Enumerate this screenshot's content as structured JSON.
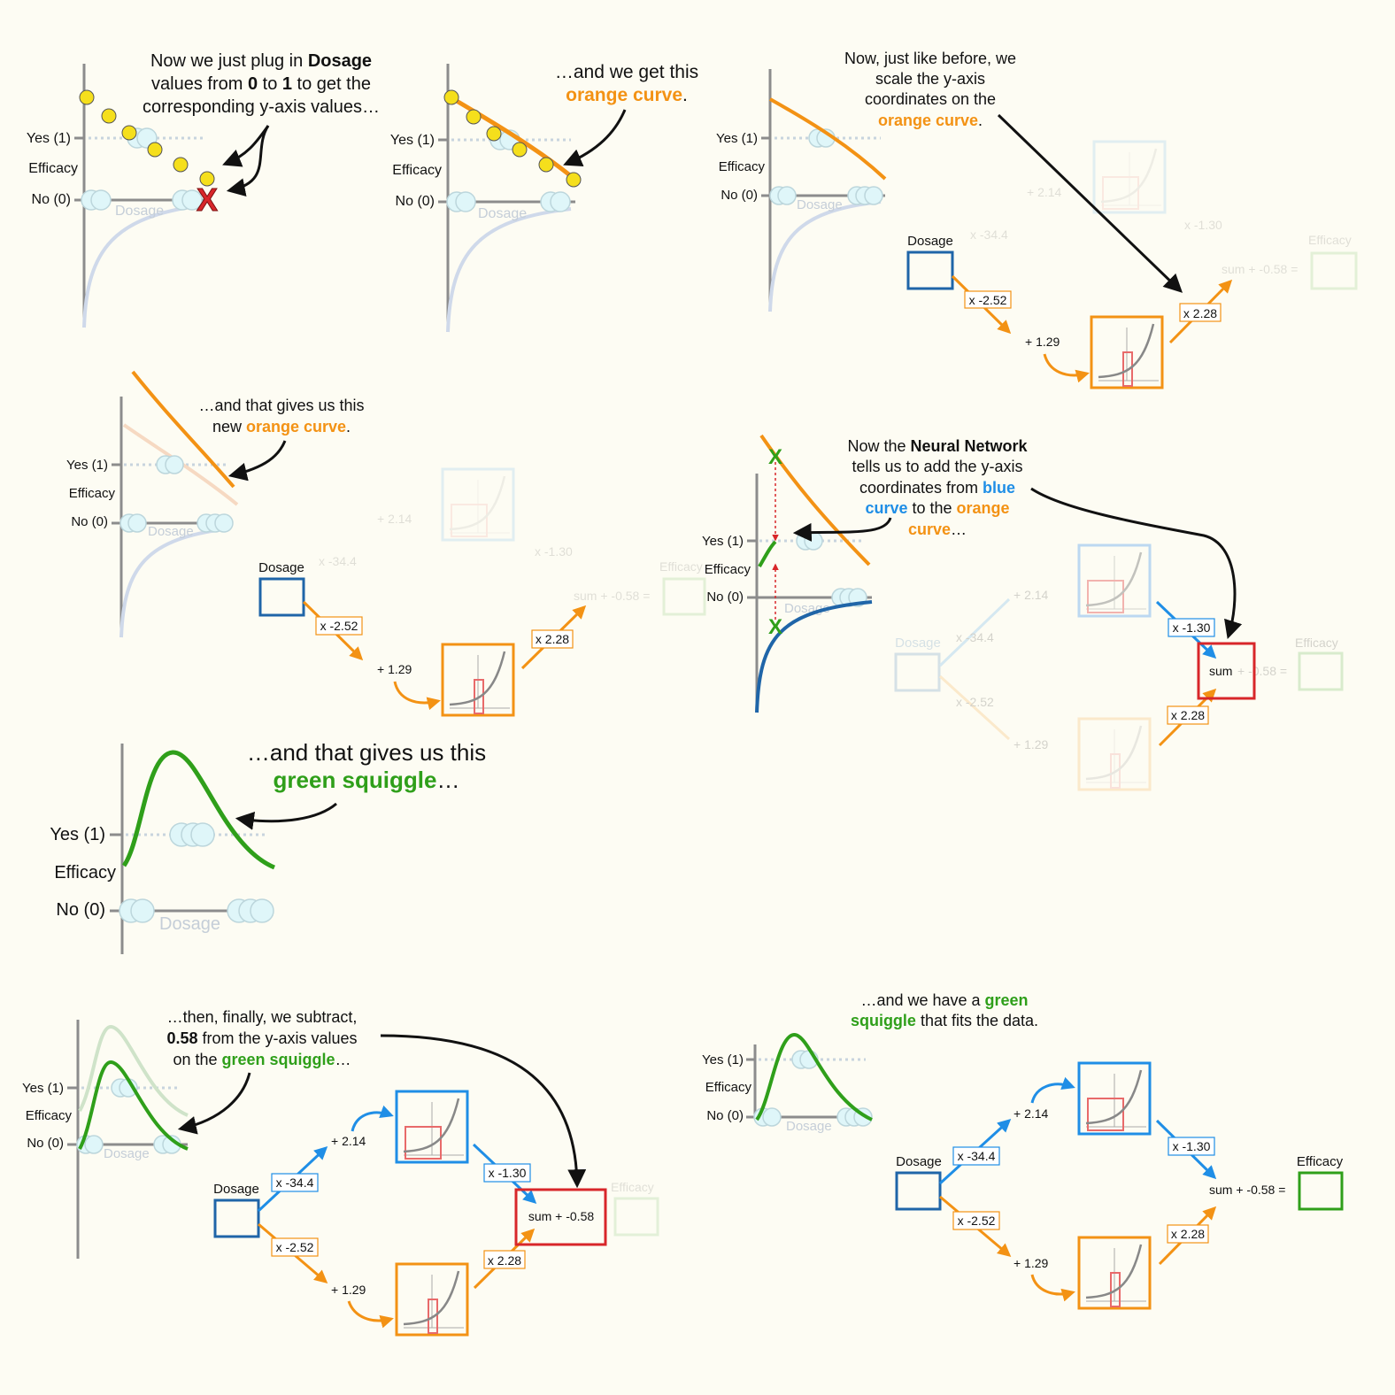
{
  "colors": {
    "background": "#fdfcf3",
    "orange": "#f39214",
    "blue": "#1f8ee6",
    "dark_blue": "#1f65a8",
    "green": "#2f9f1a",
    "red": "#d8262a",
    "pale_blue": "#b9cde3",
    "gray_axis": "#8c8c8c",
    "point_cyan": "#dff6f9",
    "yellow_point": "#f5df1c"
  },
  "axis_labels": {
    "yes": "Yes (1)",
    "efficacy": "Efficacy",
    "no": "No (0)",
    "dosage": "Dosage"
  },
  "network": {
    "input_label": "Dosage",
    "output_label": "Efficacy",
    "w_top": "x -34.4",
    "b_top": "+ 2.14",
    "w_bottom": "x -2.52",
    "b_bottom": "+ 1.29",
    "w_out_top": "x -1.30",
    "w_out_bottom": "x 2.28",
    "sum_label": "sum + -0.58 =",
    "sum_word": "sum",
    "sum_remainder": "+ -0.58 =",
    "sum_red_label": "sum + -0.58"
  },
  "panels": {
    "p1": {
      "line1_a": "Now we just plug in ",
      "line1_b": "Dosage",
      "line2_a": "values from ",
      "line2_b": "0",
      "line2_c": " to ",
      "line2_d": "1",
      "line2_e": " to get the",
      "line3": "corresponding y-axis values…",
      "x_mark": "X"
    },
    "p2": {
      "line1": "…and we get this",
      "line2": "orange curve",
      "line2_end": "."
    },
    "p3": {
      "line1": "Now, just like before, we",
      "line2": "scale the y-axis",
      "line3": "coordinates on the",
      "line4": "orange curve",
      "line4_end": "."
    },
    "p4": {
      "line1": "…and that gives us this",
      "line2_a": "new ",
      "line2_b": "orange curve",
      "line2_c": "."
    },
    "p5": {
      "line1_a": "Now the ",
      "line1_b": "Neural Network",
      "line2": "tells us to add the y-axis",
      "line3_a": "coordinates from ",
      "line3_b": "blue",
      "line4_a": "curve",
      "line4_b": " to the ",
      "line4_c": "orange",
      "line5_a": "curve",
      "line5_b": "…",
      "x_mark": "X"
    },
    "p6": {
      "line1": "…and that gives us this",
      "line2_a": "green squiggle",
      "line2_b": "…"
    },
    "p7": {
      "line1": "…then, finally, we subtract,",
      "line2_a": "0.58",
      "line2_b": " from the y-axis values",
      "line3_a": "on the ",
      "line3_b": "green squiggle",
      "line3_c": "…"
    },
    "p8": {
      "line1_a": "…and we have a ",
      "line1_b": "green",
      "line2_a": "squiggle",
      "line2_b": " that fits the data."
    }
  }
}
